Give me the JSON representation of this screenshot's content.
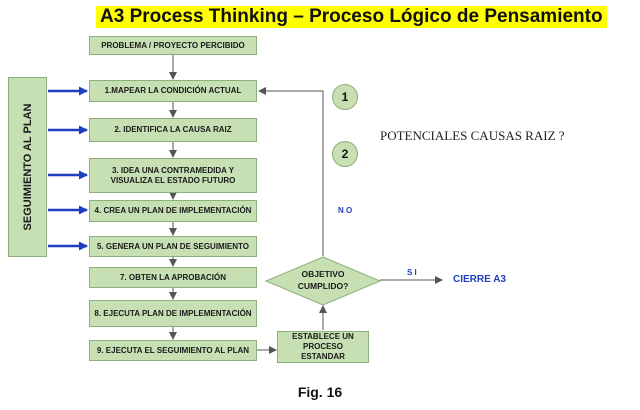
{
  "title": "A3 Process Thinking – Proceso Lógico de Pensamiento",
  "side_panel": "SEGUIMIENTO AL PLAN",
  "steps": {
    "problema": "PROBLEMA / PROYECTO PERCIBIDO",
    "s1": "1.MAPEAR LA CONDICIÓN ACTUAL",
    "s2": "2. IDENTIFICA LA CAUSA RAIZ",
    "s3a": "3. IDEA UNA CONTRAMEDIDA Y",
    "s3b": "VISUALIZA EL ESTADO FUTURO",
    "s4": "4. CREA UN PLAN DE IMPLEMENTACIÓN",
    "s5": "5. GENERA UN PLAN DE SEGUIMIENTO",
    "s7": "7. OBTEN LA APROBACIÓN",
    "s8": "8. EJECUTA PLAN DE IMPLEMENTACIÓN",
    "s9": "9. EJECUTA EL SEGUIMIENTO AL PLAN"
  },
  "estandar_a": "ESTABLECE UN",
  "estandar_b": "PROCESO ESTANDAR",
  "decision_a": "OBJETIVO",
  "decision_b": "CUMPLIDO?",
  "circle1": "1",
  "circle2": "2",
  "potenciales": "POTENCIALES CAUSAS RAIZ ?",
  "no_label": "N O",
  "si_label": "S I",
  "cierre": "CIERRE A3",
  "figure_caption": "Fig. 16",
  "colors": {
    "box_fill": "#c6e0b4",
    "arrow_blue": "#1f3fbf",
    "title_bg": "#ffff00"
  }
}
